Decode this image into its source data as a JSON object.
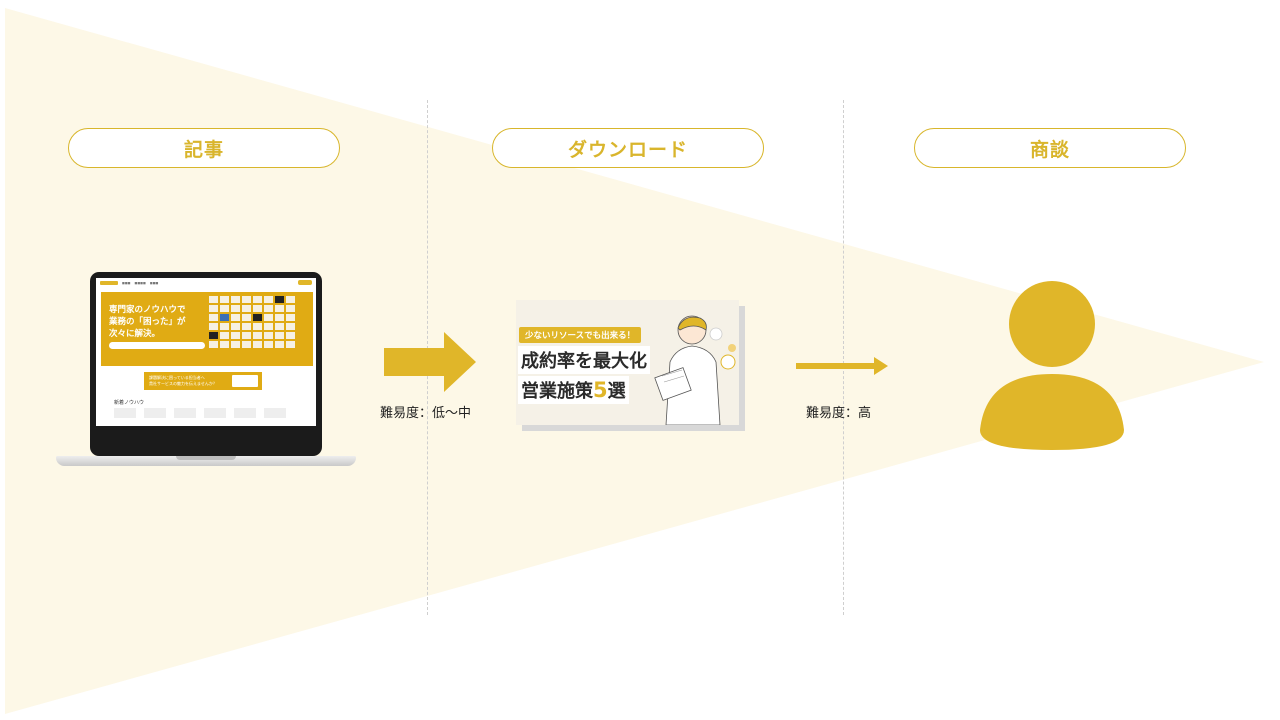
{
  "stages": [
    {
      "label": "記事"
    },
    {
      "label": "ダウンロード"
    },
    {
      "label": "商談"
    }
  ],
  "difficulty": [
    {
      "label": "難易度：低〜中"
    },
    {
      "label": "難易度：高"
    }
  ],
  "laptop_screen": {
    "hero_text": "専門家のノウハウで\n業務の「困った」が\n次々に解決。",
    "banner_text": "課題解決に困っている担当者へ\n貴社サービスの魅力を伝えませんか？",
    "caption": "新着ノウハウ"
  },
  "download_doc": {
    "tag": "少ないリソースでも出来る！",
    "line1": "成約率を最大化",
    "line2_prefix": "営業施策",
    "line2_number": "5",
    "line2_suffix": "選"
  },
  "colors": {
    "accent": "#e0b629",
    "funnel_fill": "#fdf8e7",
    "pill_border": "#d8b62c",
    "person": "#e0b629"
  },
  "icons": {
    "laptop": "laptop-icon",
    "arrow_large": "arrow-right-icon",
    "arrow_small": "arrow-right-icon",
    "person": "person-icon"
  }
}
